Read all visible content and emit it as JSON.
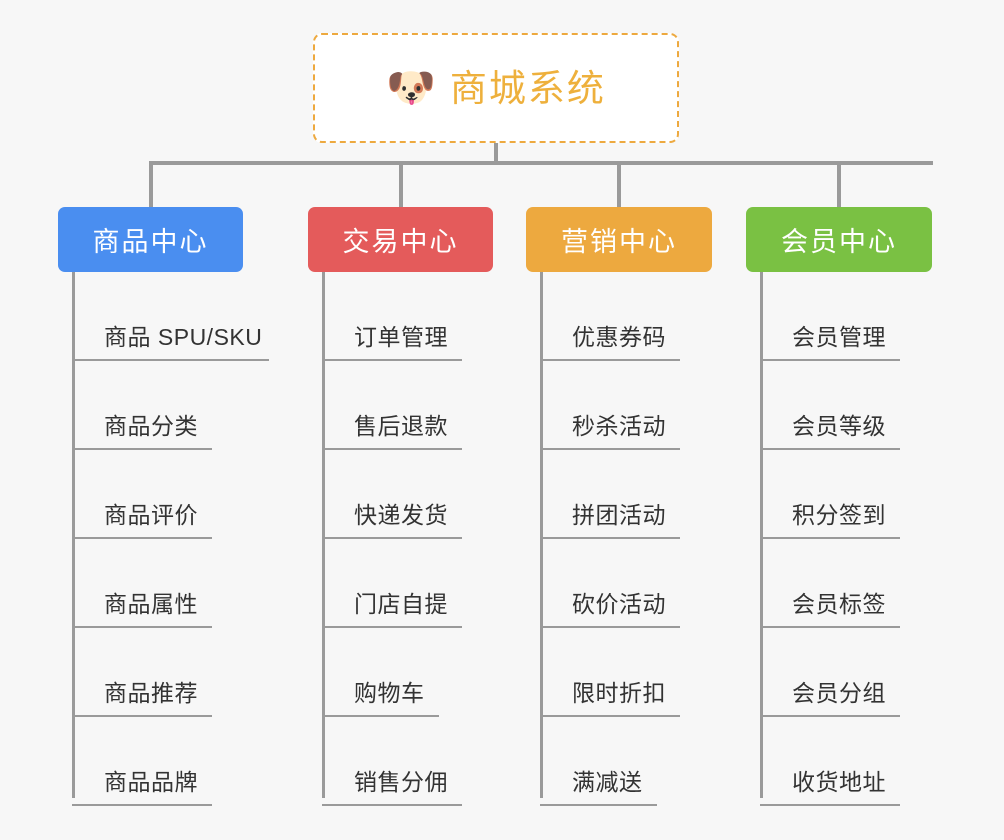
{
  "page": {
    "background_color": "#f7f7f7",
    "connector_color": "#9a9a9a"
  },
  "root": {
    "icon": "shiba-dog-face-emoji",
    "emoji": "🐶",
    "title": "商城系统",
    "title_color": "#eeb03c",
    "border_color": "#eda93f",
    "background_color": "#ffffff"
  },
  "columns": [
    {
      "id": "product-center",
      "title": "商品中心",
      "color": "#4a8ef0",
      "items": [
        "商品 SPU/SKU",
        "商品分类",
        "商品评价",
        "商品属性",
        "商品推荐",
        "商品品牌"
      ]
    },
    {
      "id": "trade-center",
      "title": "交易中心",
      "color": "#e45b5b",
      "items": [
        "订单管理",
        "售后退款",
        "快递发货",
        "门店自提",
        "购物车",
        "销售分佣"
      ]
    },
    {
      "id": "marketing-center",
      "title": "营销中心",
      "color": "#eda93f",
      "items": [
        "优惠券码",
        "秒杀活动",
        "拼团活动",
        "砍价活动",
        "限时折扣",
        "满减送"
      ]
    },
    {
      "id": "member-center",
      "title": "会员中心",
      "color": "#7ac143",
      "items": [
        "会员管理",
        "会员等级",
        "积分签到",
        "会员标签",
        "会员分组",
        "收货地址"
      ]
    }
  ]
}
